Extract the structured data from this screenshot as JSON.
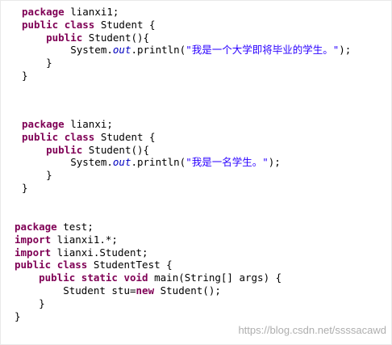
{
  "blocks": [
    {
      "lines": [
        [
          {
            "t": "package",
            "c": "kw"
          },
          {
            "t": " lianxi1;"
          }
        ],
        [
          {
            "t": "public",
            "c": "kw"
          },
          {
            "t": " "
          },
          {
            "t": "class",
            "c": "kw"
          },
          {
            "t": " Student {"
          }
        ],
        [
          {
            "t": "    "
          },
          {
            "t": "public",
            "c": "kw"
          },
          {
            "t": " Student(){"
          }
        ],
        [
          {
            "t": "        System."
          },
          {
            "t": "out",
            "c": "fld"
          },
          {
            "t": ".println("
          },
          {
            "t": "\"我是一个大学即将毕业的学生。\"",
            "c": "str"
          },
          {
            "t": ");"
          }
        ],
        [
          {
            "t": "    }"
          }
        ],
        [
          {
            "t": "}"
          }
        ]
      ]
    },
    {
      "lines": [
        [
          {
            "t": "package",
            "c": "kw"
          },
          {
            "t": " lianxi;"
          }
        ],
        [
          {
            "t": "public",
            "c": "kw"
          },
          {
            "t": " "
          },
          {
            "t": "class",
            "c": "kw"
          },
          {
            "t": " Student {"
          }
        ],
        [
          {
            "t": "    "
          },
          {
            "t": "public",
            "c": "kw"
          },
          {
            "t": " Student(){"
          }
        ],
        [
          {
            "t": "        System."
          },
          {
            "t": "out",
            "c": "fld"
          },
          {
            "t": ".println("
          },
          {
            "t": "\"我是一名学生。\"",
            "c": "str"
          },
          {
            "t": ");"
          }
        ],
        [
          {
            "t": "    }"
          }
        ],
        [
          {
            "t": "}"
          }
        ]
      ]
    },
    {
      "lines": [
        [
          {
            "t": "package",
            "c": "kw"
          },
          {
            "t": " test;"
          }
        ],
        [
          {
            "t": "import",
            "c": "kw"
          },
          {
            "t": " lianxi1.*;"
          }
        ],
        [
          {
            "t": "import",
            "c": "kw"
          },
          {
            "t": " lianxi.Student;"
          }
        ],
        [
          {
            "t": "public",
            "c": "kw"
          },
          {
            "t": " "
          },
          {
            "t": "class",
            "c": "kw"
          },
          {
            "t": " StudentTest {"
          }
        ],
        [
          {
            "t": "    "
          },
          {
            "t": "public",
            "c": "kw"
          },
          {
            "t": " "
          },
          {
            "t": "static",
            "c": "kw"
          },
          {
            "t": " "
          },
          {
            "t": "void",
            "c": "kw"
          },
          {
            "t": " main(String[] args) {"
          }
        ],
        [
          {
            "t": "        Student stu="
          },
          {
            "t": "new",
            "c": "kw"
          },
          {
            "t": " Student();"
          }
        ],
        [
          {
            "t": "    }"
          }
        ],
        [
          {
            "t": "}"
          }
        ]
      ]
    }
  ],
  "watermark": "https://blog.csdn.net/ssssacawd"
}
